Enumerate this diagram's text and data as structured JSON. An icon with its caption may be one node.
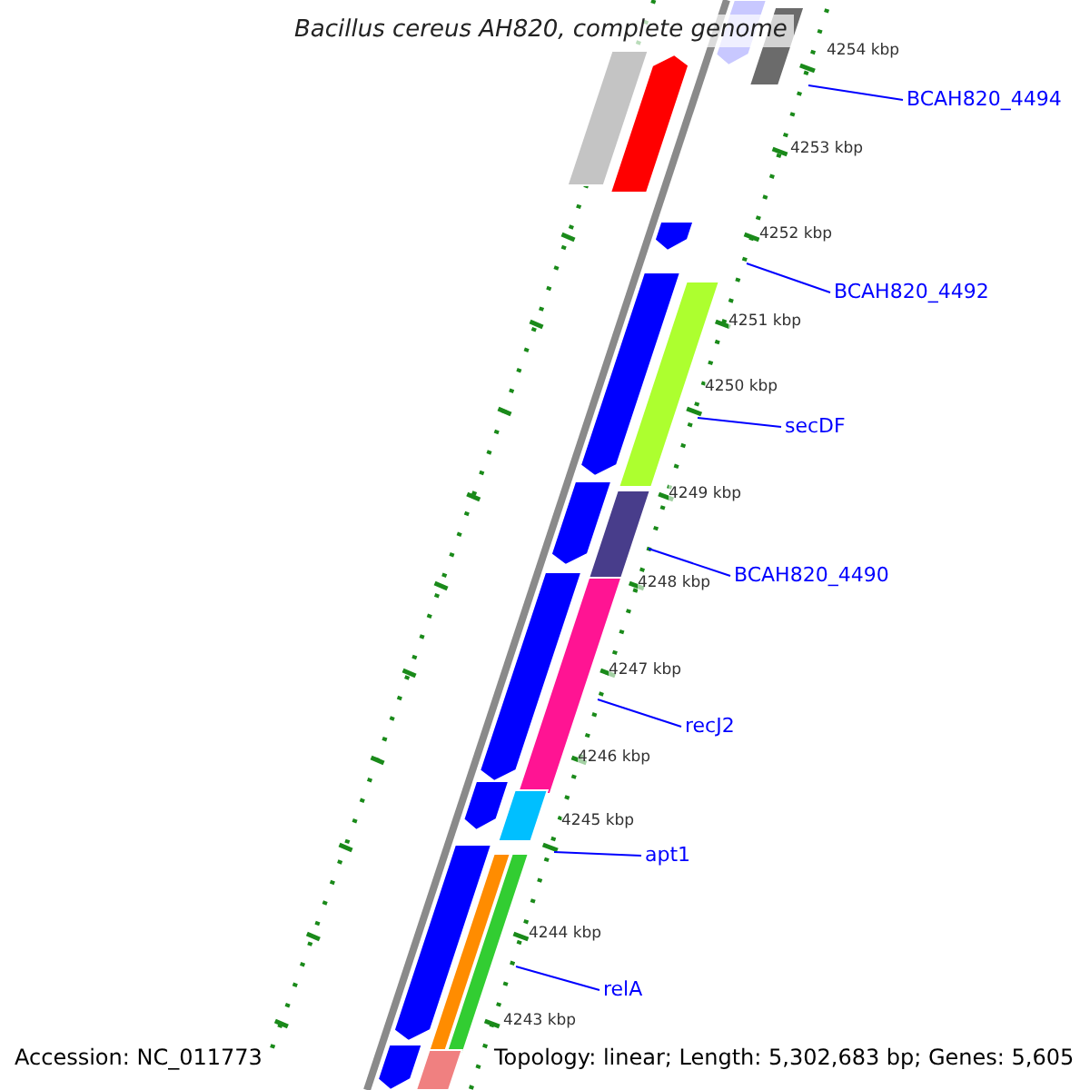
{
  "diagram": {
    "title": "Bacillus cereus AH820, complete genome",
    "nodes": [
      {
        "text": [
          "BCAH820_4494"
        ]
      },
      {
        "text": [
          "BCAH820_4492"
        ]
      },
      {
        "text": [
          "secDF"
        ]
      },
      {
        "text": [
          "BCAH820_4490"
        ]
      },
      {
        "text": [
          "recJ2"
        ]
      },
      {
        "text": [
          "apt1"
        ]
      },
      {
        "text": [
          "relA"
        ]
      }
    ],
    "edges": [
      {
        "from": 0,
        "to": null,
        "arrow": "none"
      },
      {
        "from": 1,
        "to": null,
        "arrow": "none"
      },
      {
        "from": 2,
        "to": null,
        "arrow": "none"
      },
      {
        "from": 3,
        "to": null,
        "arrow": "none"
      },
      {
        "from": 4,
        "to": null,
        "arrow": "none"
      },
      {
        "from": 5,
        "to": null,
        "arrow": "none"
      },
      {
        "from": 6,
        "to": null,
        "arrow": "none"
      }
    ],
    "labels": [
      "4254 kbp",
      "4253 kbp",
      "4252 kbp",
      "4251 kbp",
      "4250 kbp",
      "4249 kbp",
      "4248 kbp",
      "4247 kbp",
      "4246 kbp",
      "4245 kbp",
      "4244 kbp",
      "4243 kbp",
      "Accession: NC_011773",
      "Topology: linear; Length: 5,302,683 bp; Genes: 5,605"
    ]
  }
}
